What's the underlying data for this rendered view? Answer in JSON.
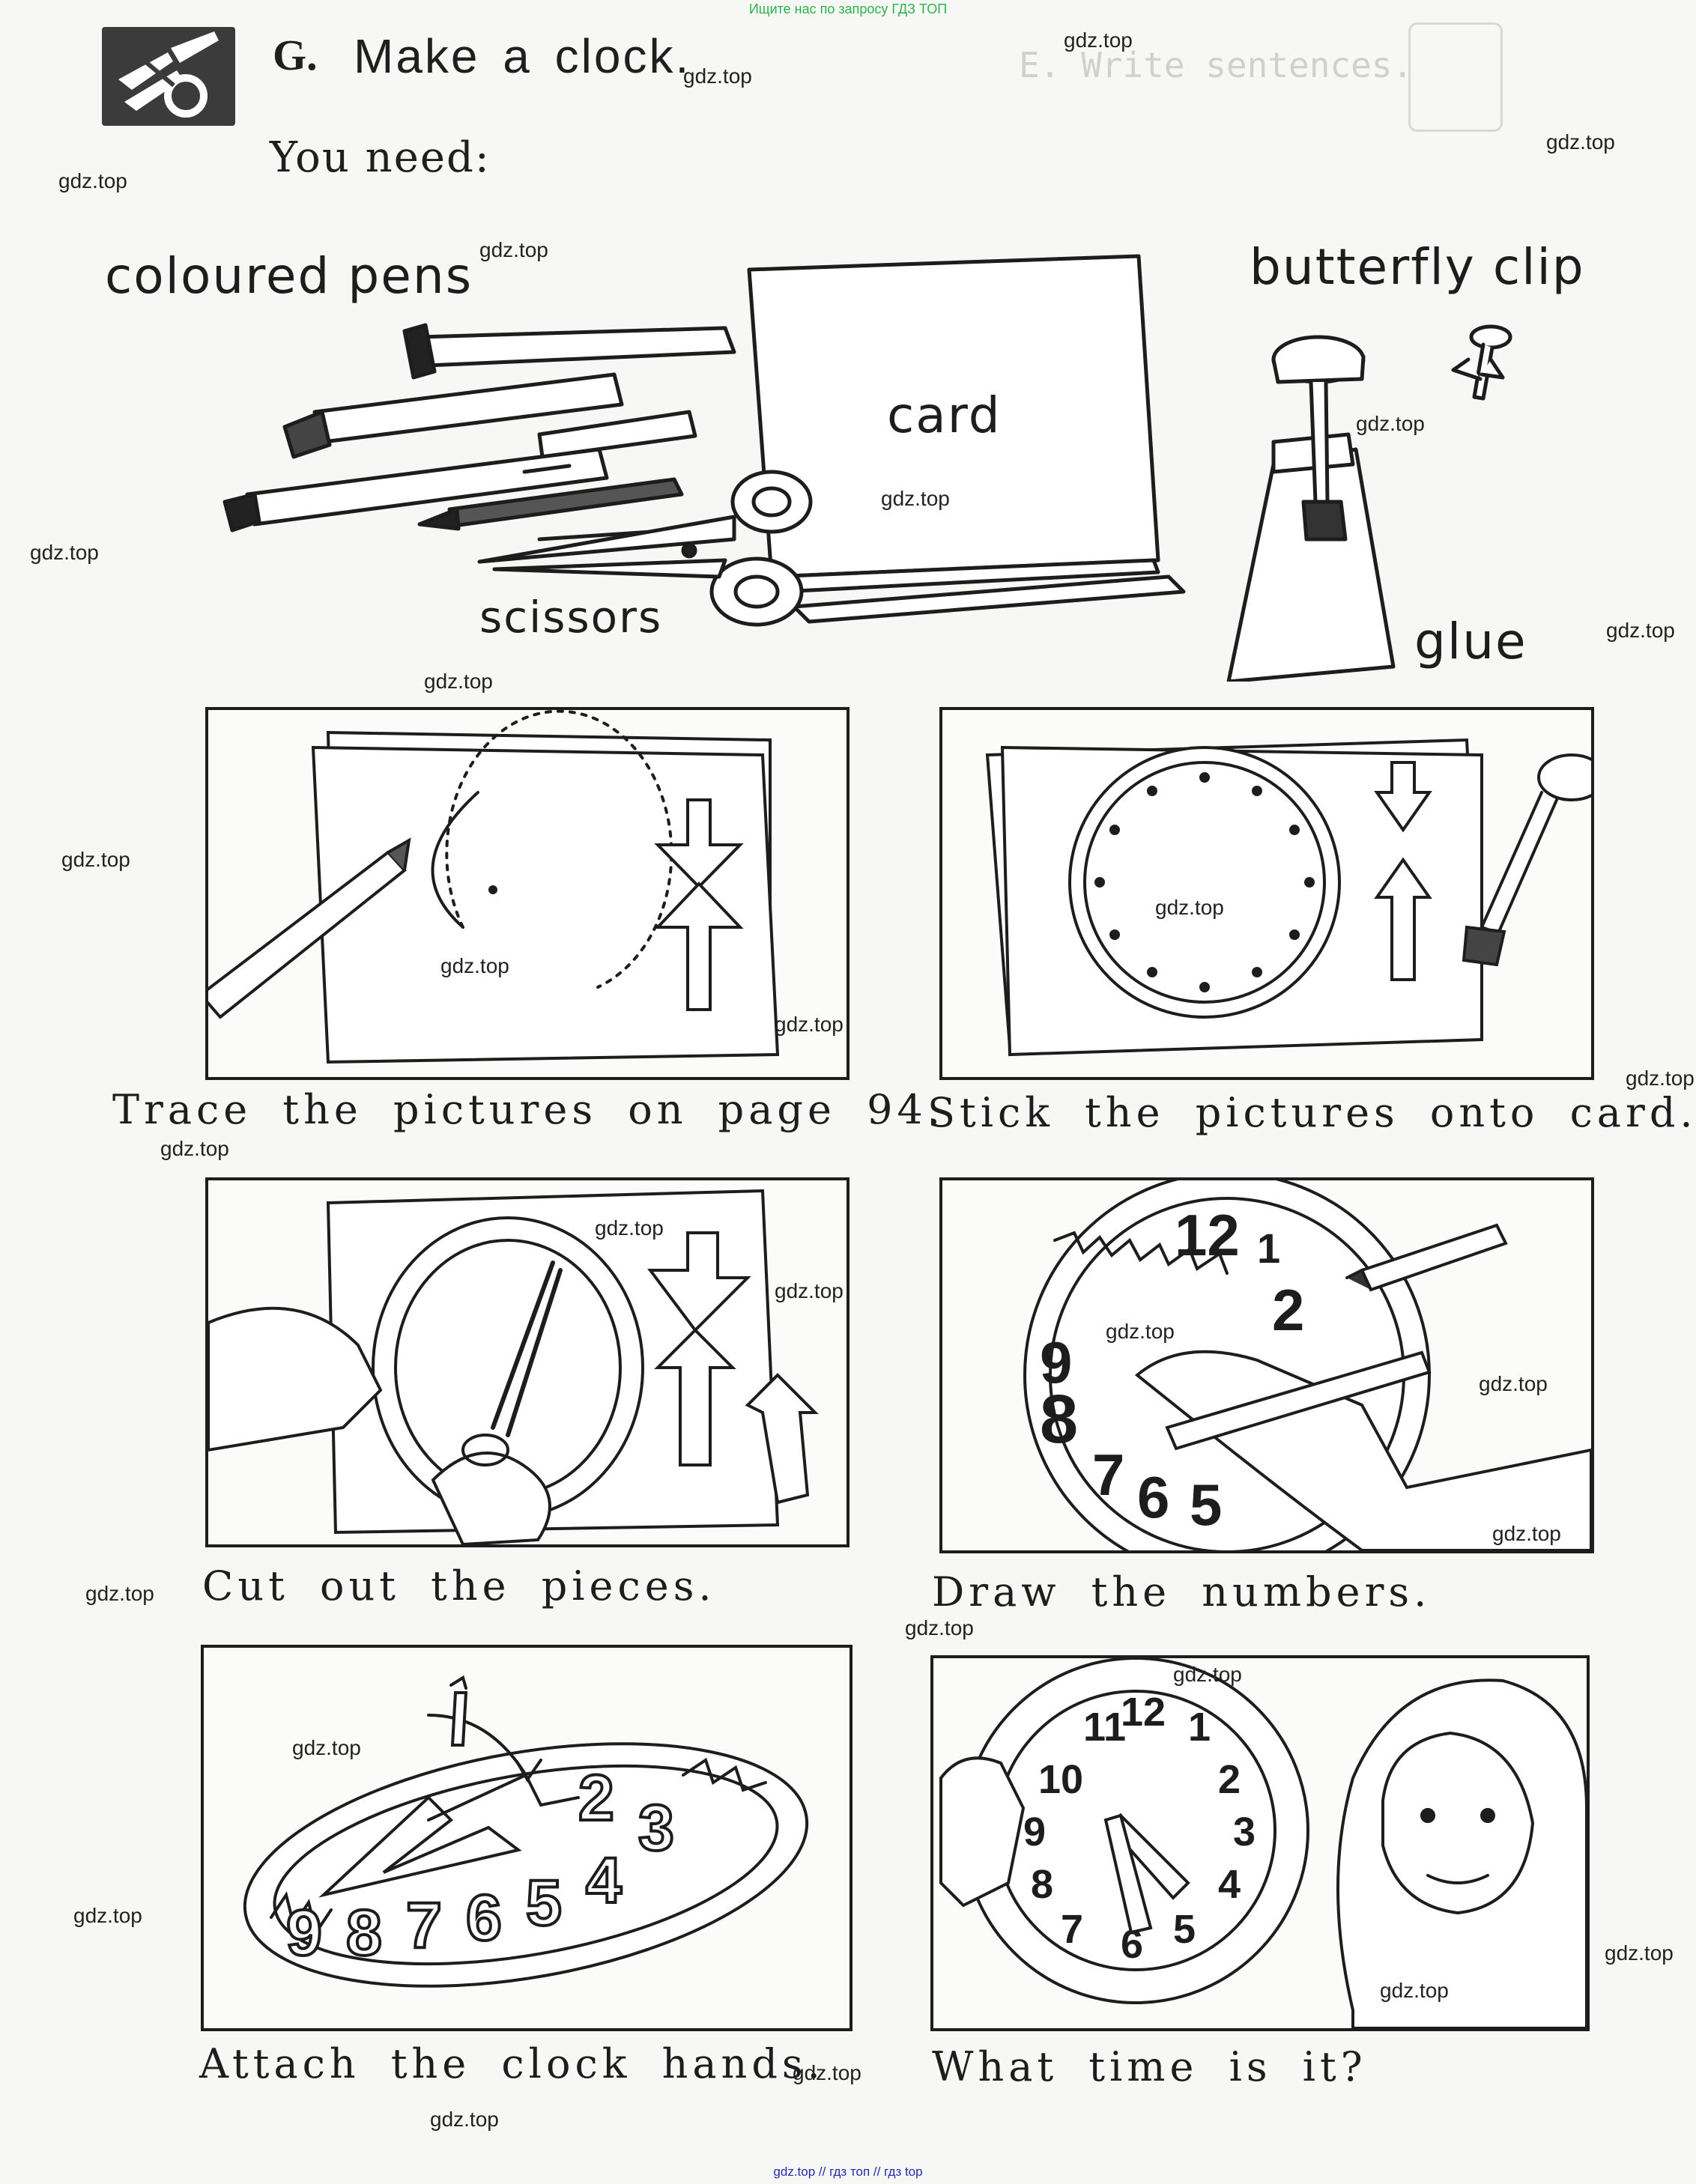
{
  "notices": {
    "top": "Ищите нас по запросу ГДЗ ТОП",
    "bottom": "gdz.top // гдз топ // гдз top"
  },
  "exercise": {
    "letter": "G.",
    "title": "Make a clock.",
    "you_need": "You need:"
  },
  "supplies": {
    "pens": "coloured pens",
    "clip": "butterfly clip",
    "card": "card",
    "scissors": "scissors",
    "glue": "glue"
  },
  "steps": [
    {
      "caption": "Trace the pictures on page 94."
    },
    {
      "caption": "Stick the pictures onto card."
    },
    {
      "caption": "Cut out the pieces."
    },
    {
      "caption": "Draw the numbers."
    },
    {
      "caption": "Attach the clock hands."
    },
    {
      "caption": "What time is it?"
    }
  ],
  "clock_numbers": {
    "draw": [
      "12",
      "1",
      "2",
      "9",
      "8",
      "7",
      "6",
      "5"
    ],
    "attach": [
      "9",
      "8",
      "7",
      "6",
      "5",
      "4",
      "3",
      "2"
    ],
    "hold": [
      "11",
      "12",
      "1",
      "10",
      "2",
      "9",
      "3",
      "8",
      "4",
      "7",
      "6",
      "5"
    ]
  },
  "watermark": "gdz.top",
  "colors": {
    "ink": "#1d1d1d",
    "icon_bg": "#3b3b3b",
    "notice_top": "#2bb44a",
    "notice_bottom": "#2a2ab0"
  }
}
